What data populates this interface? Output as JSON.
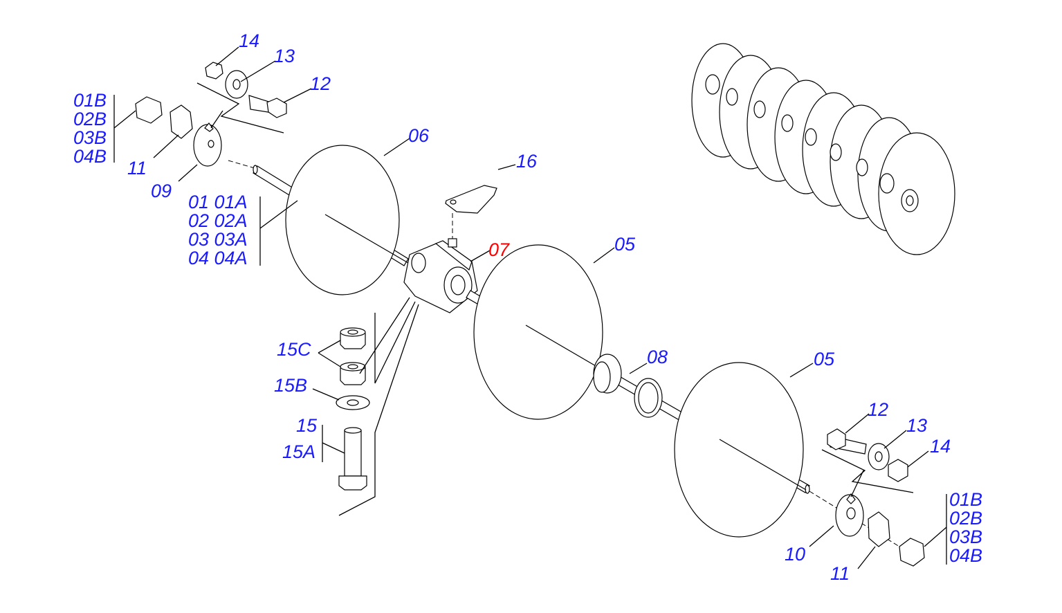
{
  "colors": {
    "callout": "#1a1aff",
    "highlight": "#ff0000",
    "line": "#000000"
  },
  "labels": {
    "l14a": "14",
    "l13a": "13",
    "l12a": "12",
    "l01b_a": "01B",
    "l02b_a": "02B",
    "l03b_a": "03B",
    "l04b_a": "04B",
    "l11a": "11",
    "l09": "09",
    "l06": "06",
    "l16": "16",
    "l01": "01 01A",
    "l02": "02 02A",
    "l03": "03 03A",
    "l04": "04 04A",
    "l07": "07",
    "l05a": "05",
    "l15c": "15C",
    "l15b": "15B",
    "l15": "15",
    "l15a": "15A",
    "l08": "08",
    "l05b": "05",
    "l12b": "12",
    "l13b": "13",
    "l14b": "14",
    "l01b_b": "01B",
    "l02b_b": "02B",
    "l03b_b": "03B",
    "l04b_b": "04B",
    "l10": "10",
    "l11b": "11"
  }
}
